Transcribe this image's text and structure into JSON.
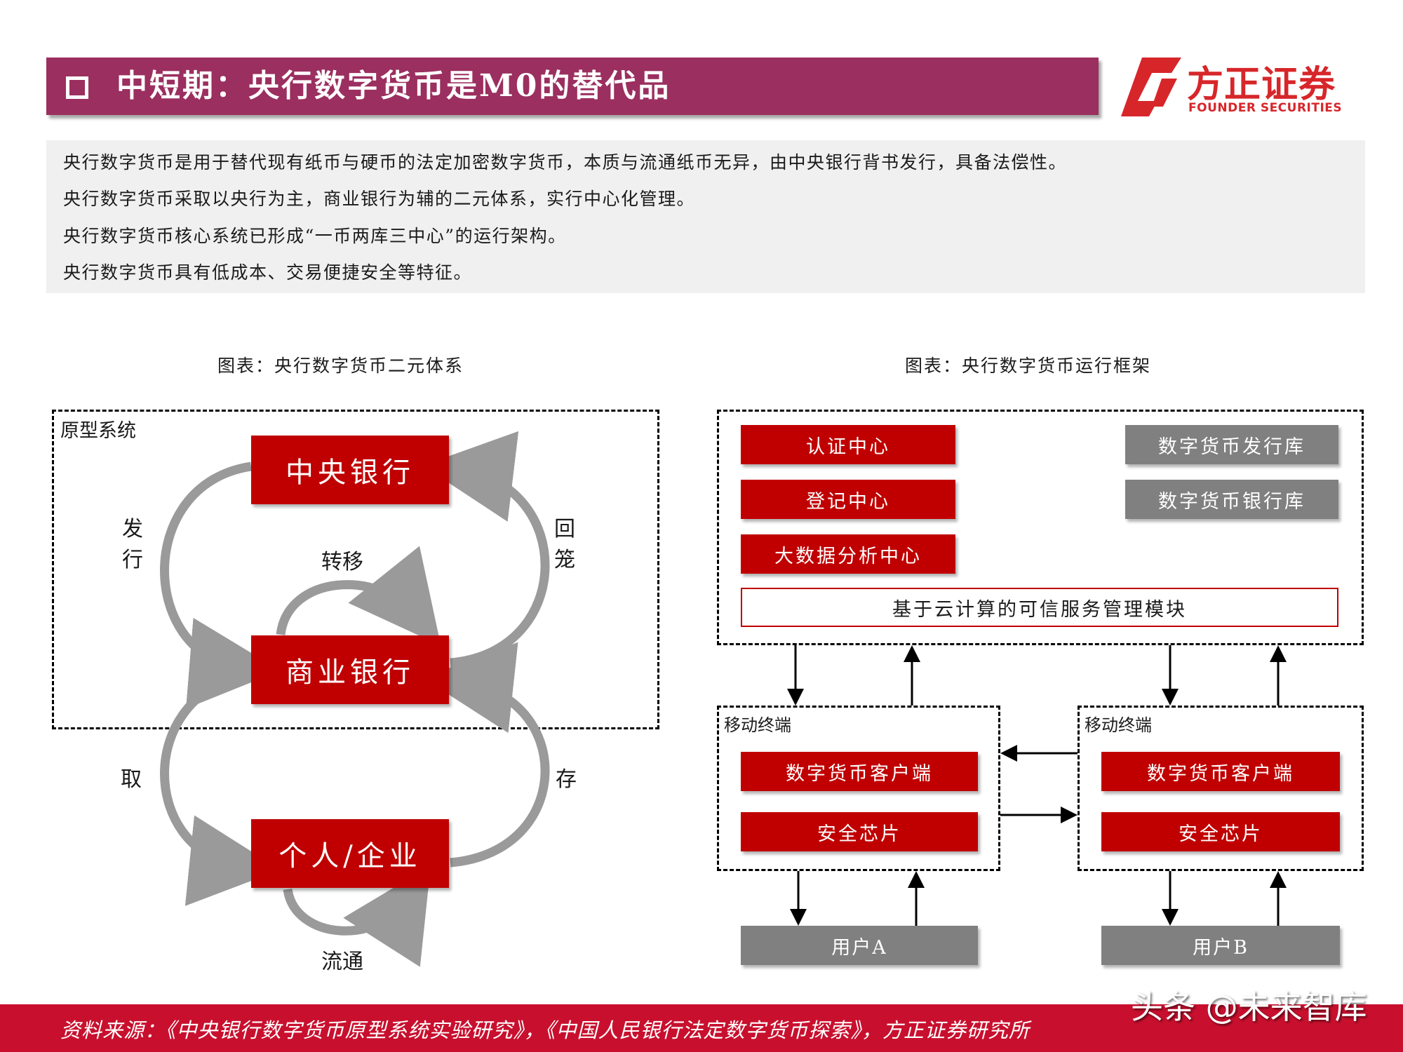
{
  "header": {
    "title": "中短期：央行数字货币是M0的替代品",
    "logo_cn": "方正证券",
    "logo_en": "FOUNDER SECURITIES"
  },
  "summary": [
    "央行数字货币是用于替代现有纸币与硬币的法定加密数字货币，本质与流通纸币无异，由中央银行背书发行，具备法偿性。",
    "央行数字货币采取以央行为主，商业银行为辅的二元体系，实行中心化管理。",
    "央行数字货币核心系统已形成“一币两库三中心”的运行架构。",
    "央行数字货币具有低成本、交易便捷安全等特征。"
  ],
  "left_figure": {
    "caption": "图表：央行数字货币二元体系",
    "prototype_label": "原型系统",
    "central_bank": "中央银行",
    "commercial_bank": "商业银行",
    "individual": "个人/企业",
    "issue": "发行",
    "recall": "回笼",
    "transfer": "转移",
    "withdraw": "取",
    "deposit": "存",
    "circulate": "流通"
  },
  "right_figure": {
    "caption": "图表：央行数字货币运行框架",
    "auth_center": "认证中心",
    "register_center": "登记中心",
    "bigdata_center": "大数据分析中心",
    "issue_db": "数字货币发行库",
    "bank_db": "数字货币银行库",
    "cloud_module": "基于云计算的可信服务管理模块",
    "terminal_a_label": "移动终端",
    "terminal_b_label": "移动终端",
    "client_a": "数字货币客户端",
    "chip_a": "安全芯片",
    "client_b": "数字货币客户端",
    "chip_b": "安全芯片",
    "user_a": "用户A",
    "user_b": "用户B"
  },
  "footer": {
    "source": "资料来源：《中央银行数字货币原型系统实验研究》，《中国人民银行法定数字货币探索》，方正证券研究所",
    "watermark": "头条 @未来智库"
  },
  "colors": {
    "title_bar": "#9b2f5f",
    "brand_red": "#c00000",
    "gray_box": "#808080",
    "footer_red": "#c8102e",
    "summary_bg": "#f0f0f0"
  }
}
